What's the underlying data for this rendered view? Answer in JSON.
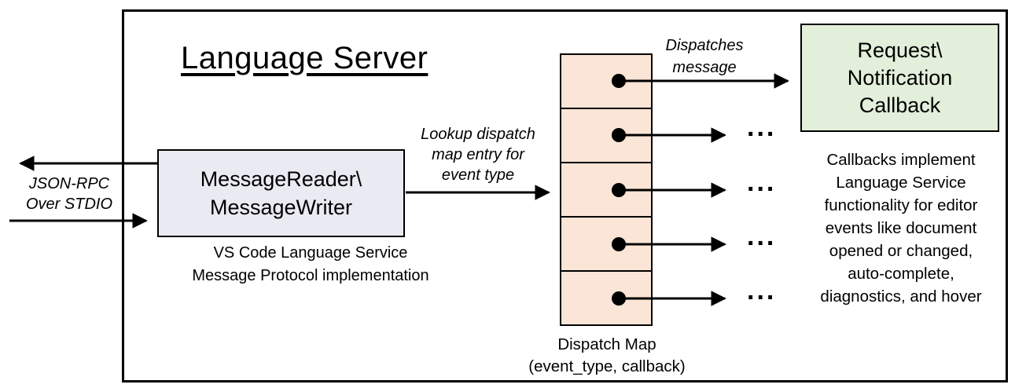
{
  "title": "Language Server",
  "io_label": {
    "line1": "JSON-RPC",
    "line2": "Over STDIO"
  },
  "reader_box": {
    "line1": "MessageReader\\",
    "line2": "MessageWriter"
  },
  "reader_caption": {
    "line1": "VS Code Language Service",
    "line2": "Message Protocol implementation"
  },
  "lookup_label": {
    "line1": "Lookup dispatch",
    "line2": "map entry for",
    "line3": "event type"
  },
  "dispatches_label": {
    "line1": "Dispatches",
    "line2": "message"
  },
  "callback_box": {
    "line1": "Request\\",
    "line2": "Notification",
    "line3": "Callback"
  },
  "callbacks_note": {
    "lines": [
      "Callbacks implement",
      "Language Service",
      "functionality for editor",
      "events like document",
      "opened or changed,",
      "auto-complete,",
      "diagnostics, and hover"
    ]
  },
  "dispatch_caption": {
    "line1": "Dispatch Map",
    "line2": "(event_type, callback)"
  },
  "ellipsis": "...",
  "colors": {
    "reader_fill": "#eaeaf3",
    "dispatch_fill": "#fbe5d6",
    "callback_fill": "#e2efda",
    "stroke": "#000000"
  }
}
